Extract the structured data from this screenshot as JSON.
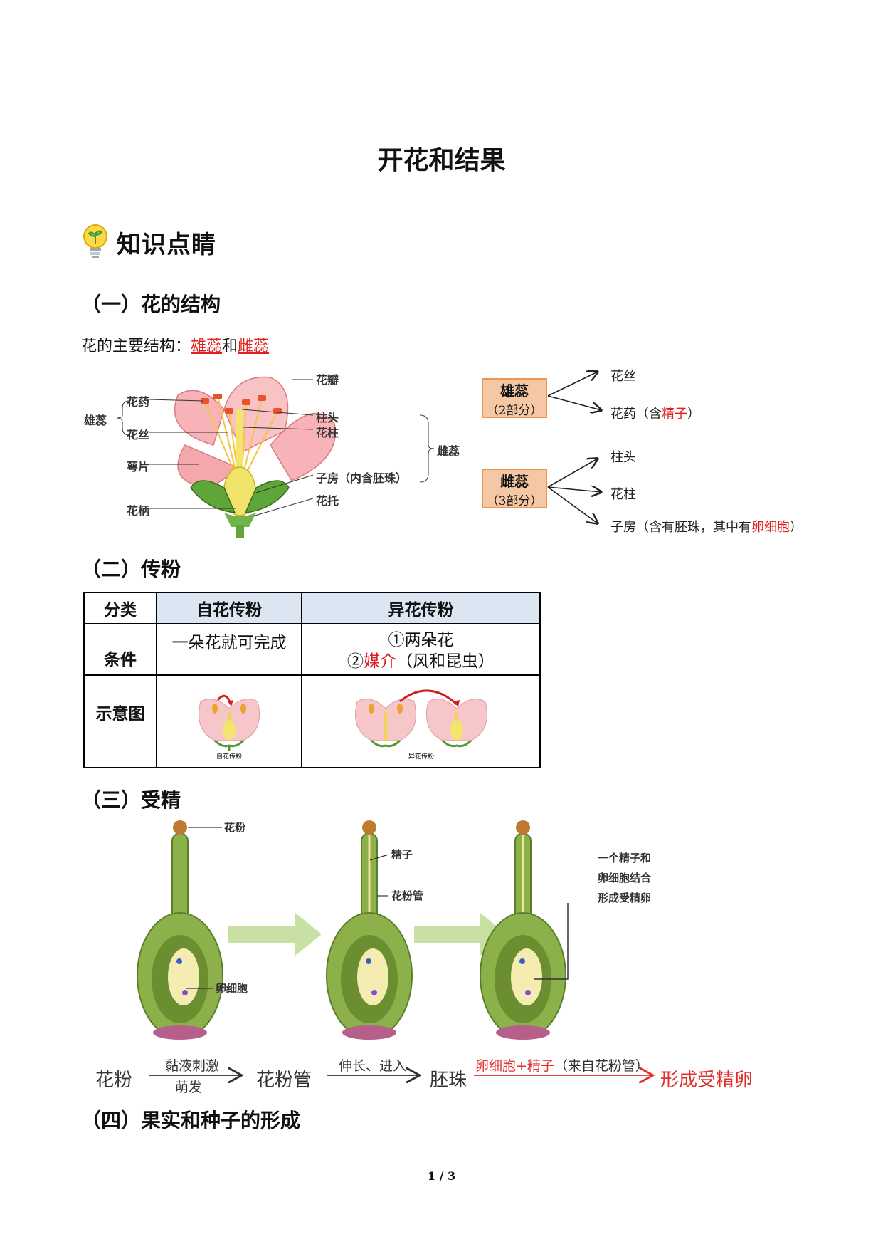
{
  "title": "开花和结果",
  "banner": {
    "label": "知识点睛"
  },
  "sec1": {
    "heading": "（一）花的结构",
    "intro_prefix": "花的主要结构：",
    "intro_stamen": "雄蕊",
    "intro_and": "和",
    "intro_pistil": "雌蕊",
    "diagram_labels": {
      "petal": "花瓣",
      "anther": "花药",
      "stamen": "雄蕊",
      "filament": "花丝",
      "stigma": "柱头",
      "style": "花柱",
      "pistil": "雌蕊",
      "sepal": "萼片",
      "ovary": "子房（内含胚珠）",
      "receptacle": "花托",
      "stalk": "花柄"
    },
    "map": {
      "stamen_box": {
        "title": "雄蕊",
        "sub": "（2部分）"
      },
      "pistil_box": {
        "title": "雌蕊",
        "sub": "（3部分）"
      },
      "filament": "花丝",
      "anther_prefix": "花药（含",
      "anther_red": "精子",
      "anther_suffix": "）",
      "stigma": "柱头",
      "style": "花柱",
      "ovary_prefix": "子房（含有胚珠，其中有",
      "ovary_red": "卵细胞",
      "ovary_suffix": "）"
    }
  },
  "sec2": {
    "heading": "（二）传粉",
    "table": {
      "h_category": "分类",
      "h_self": "自花传粉",
      "h_cross": "异花传粉",
      "r_condition": "条件",
      "self_condition": "一朵花就可完成",
      "cross_cond1": "①两朵花",
      "cross_cond2_prefix": "②",
      "cross_cond2_red": "媒介",
      "cross_cond2_suffix": "（风和昆虫）",
      "r_diagram": "示意图",
      "self_caption": "自花传粉",
      "cross_caption": "异花传粉"
    }
  },
  "sec3": {
    "heading": "（三）受精",
    "labels": {
      "pollen": "花粉",
      "egg": "卵细胞",
      "sperm": "精子",
      "tube": "花粉管",
      "result_l1": "一个精子和",
      "result_l2": "卵细胞结合",
      "result_l3": "形成受精卵"
    },
    "flow": {
      "pollen": "花粉",
      "arrow1_top": "黏液刺激",
      "arrow1_bottom": "萌发",
      "tube": "花粉管",
      "arrow2_top": "伸长、进入",
      "ovule": "胚珠",
      "arrow3_red": "卵细胞+精子",
      "arrow3_black": "（来自花粉管）",
      "result": "形成受精卵"
    }
  },
  "sec4": {
    "heading": "（四）果实和种子的形成"
  },
  "page": "1 / 3",
  "colors": {
    "accent_red": "#e02020",
    "box_fill": "#f6c7a5",
    "box_border": "#f0964c",
    "table_header": "#dce6f2"
  }
}
